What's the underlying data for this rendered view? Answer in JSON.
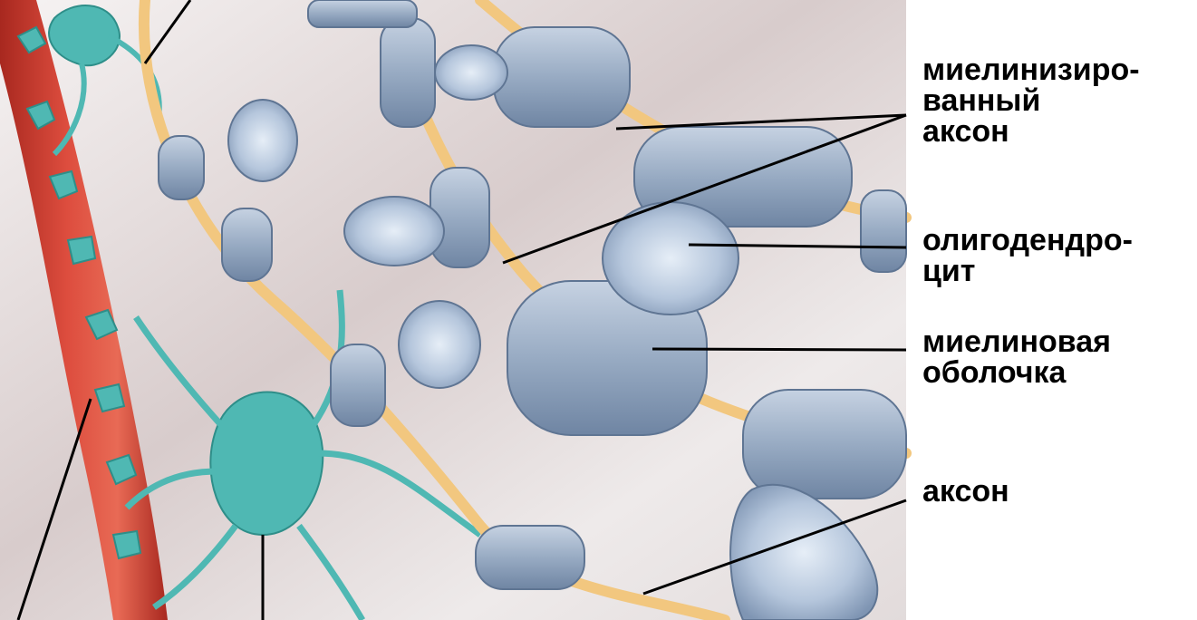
{
  "labels": {
    "myelinated_axon": [
      "миелинизиро-",
      "ванный",
      "аксон"
    ],
    "oligodendrocyte": [
      "олигодендро-",
      "цит"
    ],
    "myelin_sheath": [
      "миелиновая",
      "оболочка"
    ],
    "axon": [
      "аксон"
    ]
  },
  "colors": {
    "background_gradient_light": "#f4f1f1",
    "background_gradient_shadow": "#c9bcbc",
    "blood_vessel": "#d84a3b",
    "blood_vessel_dark": "#a8281f",
    "astrocyte": "#4fb8b3",
    "axon": "#f2c77f",
    "myelin": "#9eb0c7",
    "myelin_dark": "#6f85a3",
    "nucleus": "#c8d5e6",
    "leader_line": "#000000"
  }
}
